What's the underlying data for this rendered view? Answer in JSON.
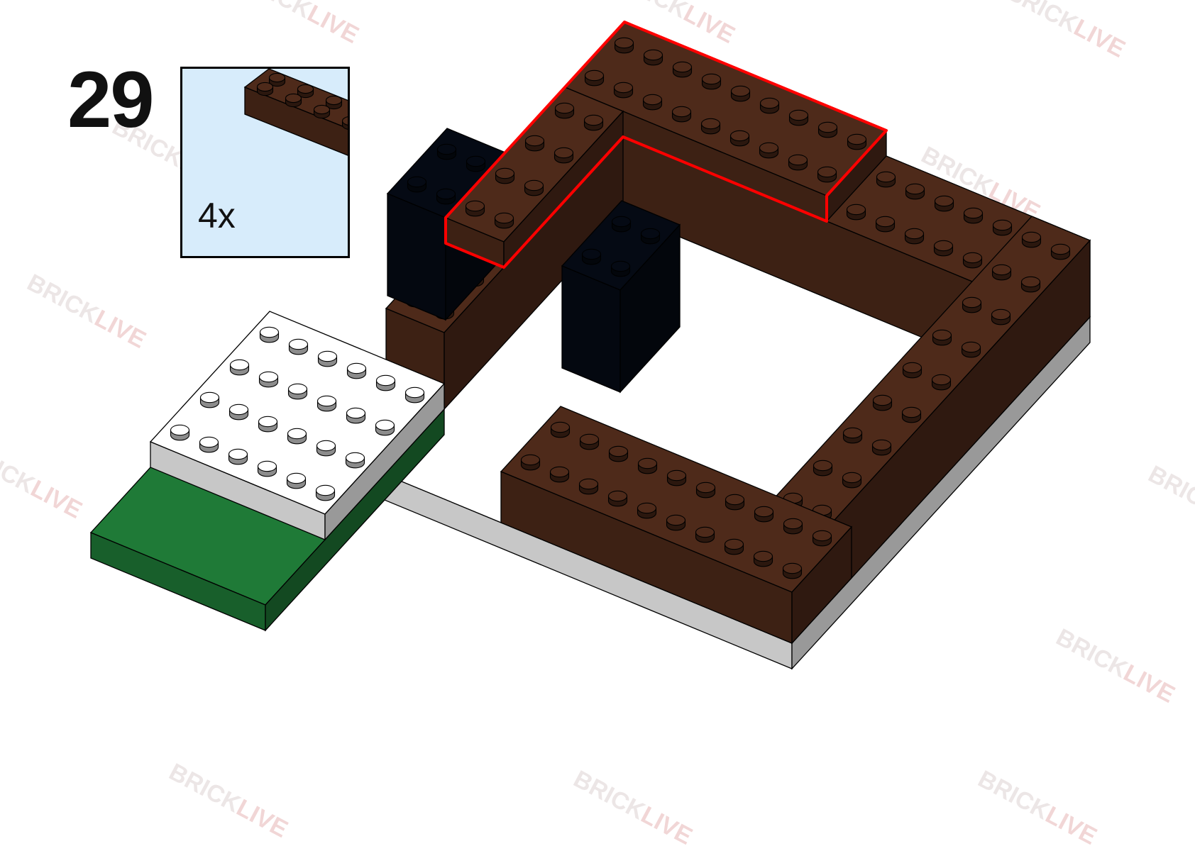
{
  "step": {
    "number": "29"
  },
  "parts_list": {
    "items": [
      {
        "part": "brick-2x4",
        "color": "#4e2a1a",
        "quantity_label": "4x"
      }
    ],
    "box_background": "#d7ecfb"
  },
  "highlight_color": "#ff0000",
  "colors": {
    "brown": "#4e2a1a",
    "black": "#050a14",
    "white": "#ffffff",
    "green": "#1f7a37"
  },
  "watermark": {
    "brand_a": "BRICK",
    "brand_b": "LIVE"
  }
}
